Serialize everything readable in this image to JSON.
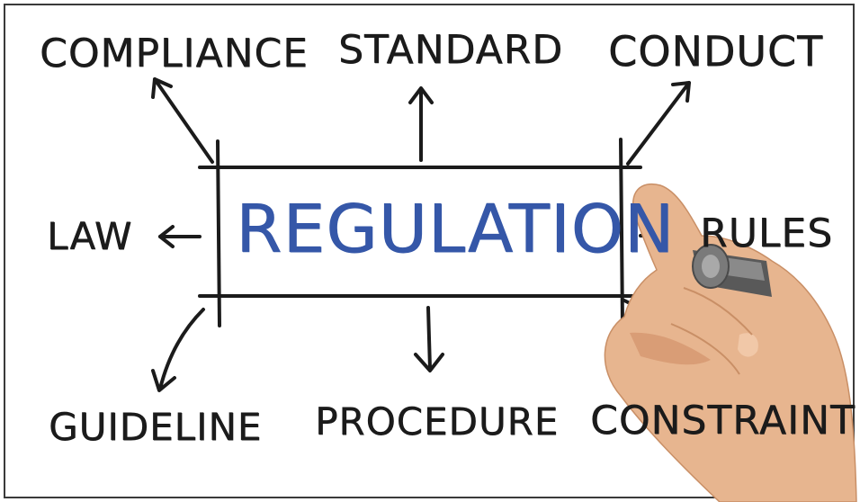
{
  "center": "REGULATION",
  "nodes": {
    "compliance": "COMPLIANCE",
    "standard": "STANDARD",
    "conduct": "CONDUCT",
    "law": "LAW",
    "rules": "RULES",
    "guideline": "GUIDELINE",
    "procedure": "PROCEDURE",
    "constraint": "CONSTRAINT"
  },
  "colors": {
    "ink": "#1b1b1b",
    "center_ink": "#3557a8",
    "skin": "#e7b58f",
    "marker_cap": "#6f6f6f"
  }
}
